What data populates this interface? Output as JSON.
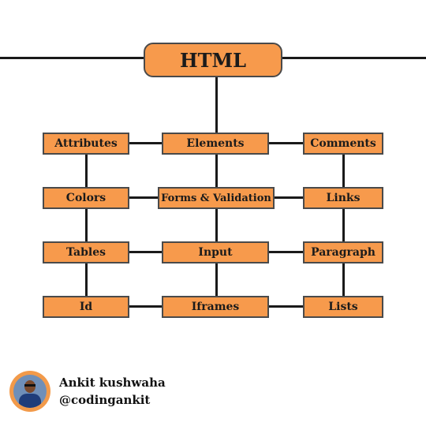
{
  "diagram": {
    "root": "HTML",
    "nodes": [
      "Attributes",
      "Elements",
      "Comments",
      "Colors",
      "Forms & Validation",
      "Links",
      "Tables",
      "Input",
      "Paragraph",
      "Id",
      "Iframes",
      "Lists"
    ]
  },
  "author": {
    "name": "Ankit kushwaha",
    "handle": "@codingankit"
  },
  "colors": {
    "box_fill": "#f79a4c",
    "box_border": "#4a4a4a",
    "line": "#1a1a1a"
  }
}
